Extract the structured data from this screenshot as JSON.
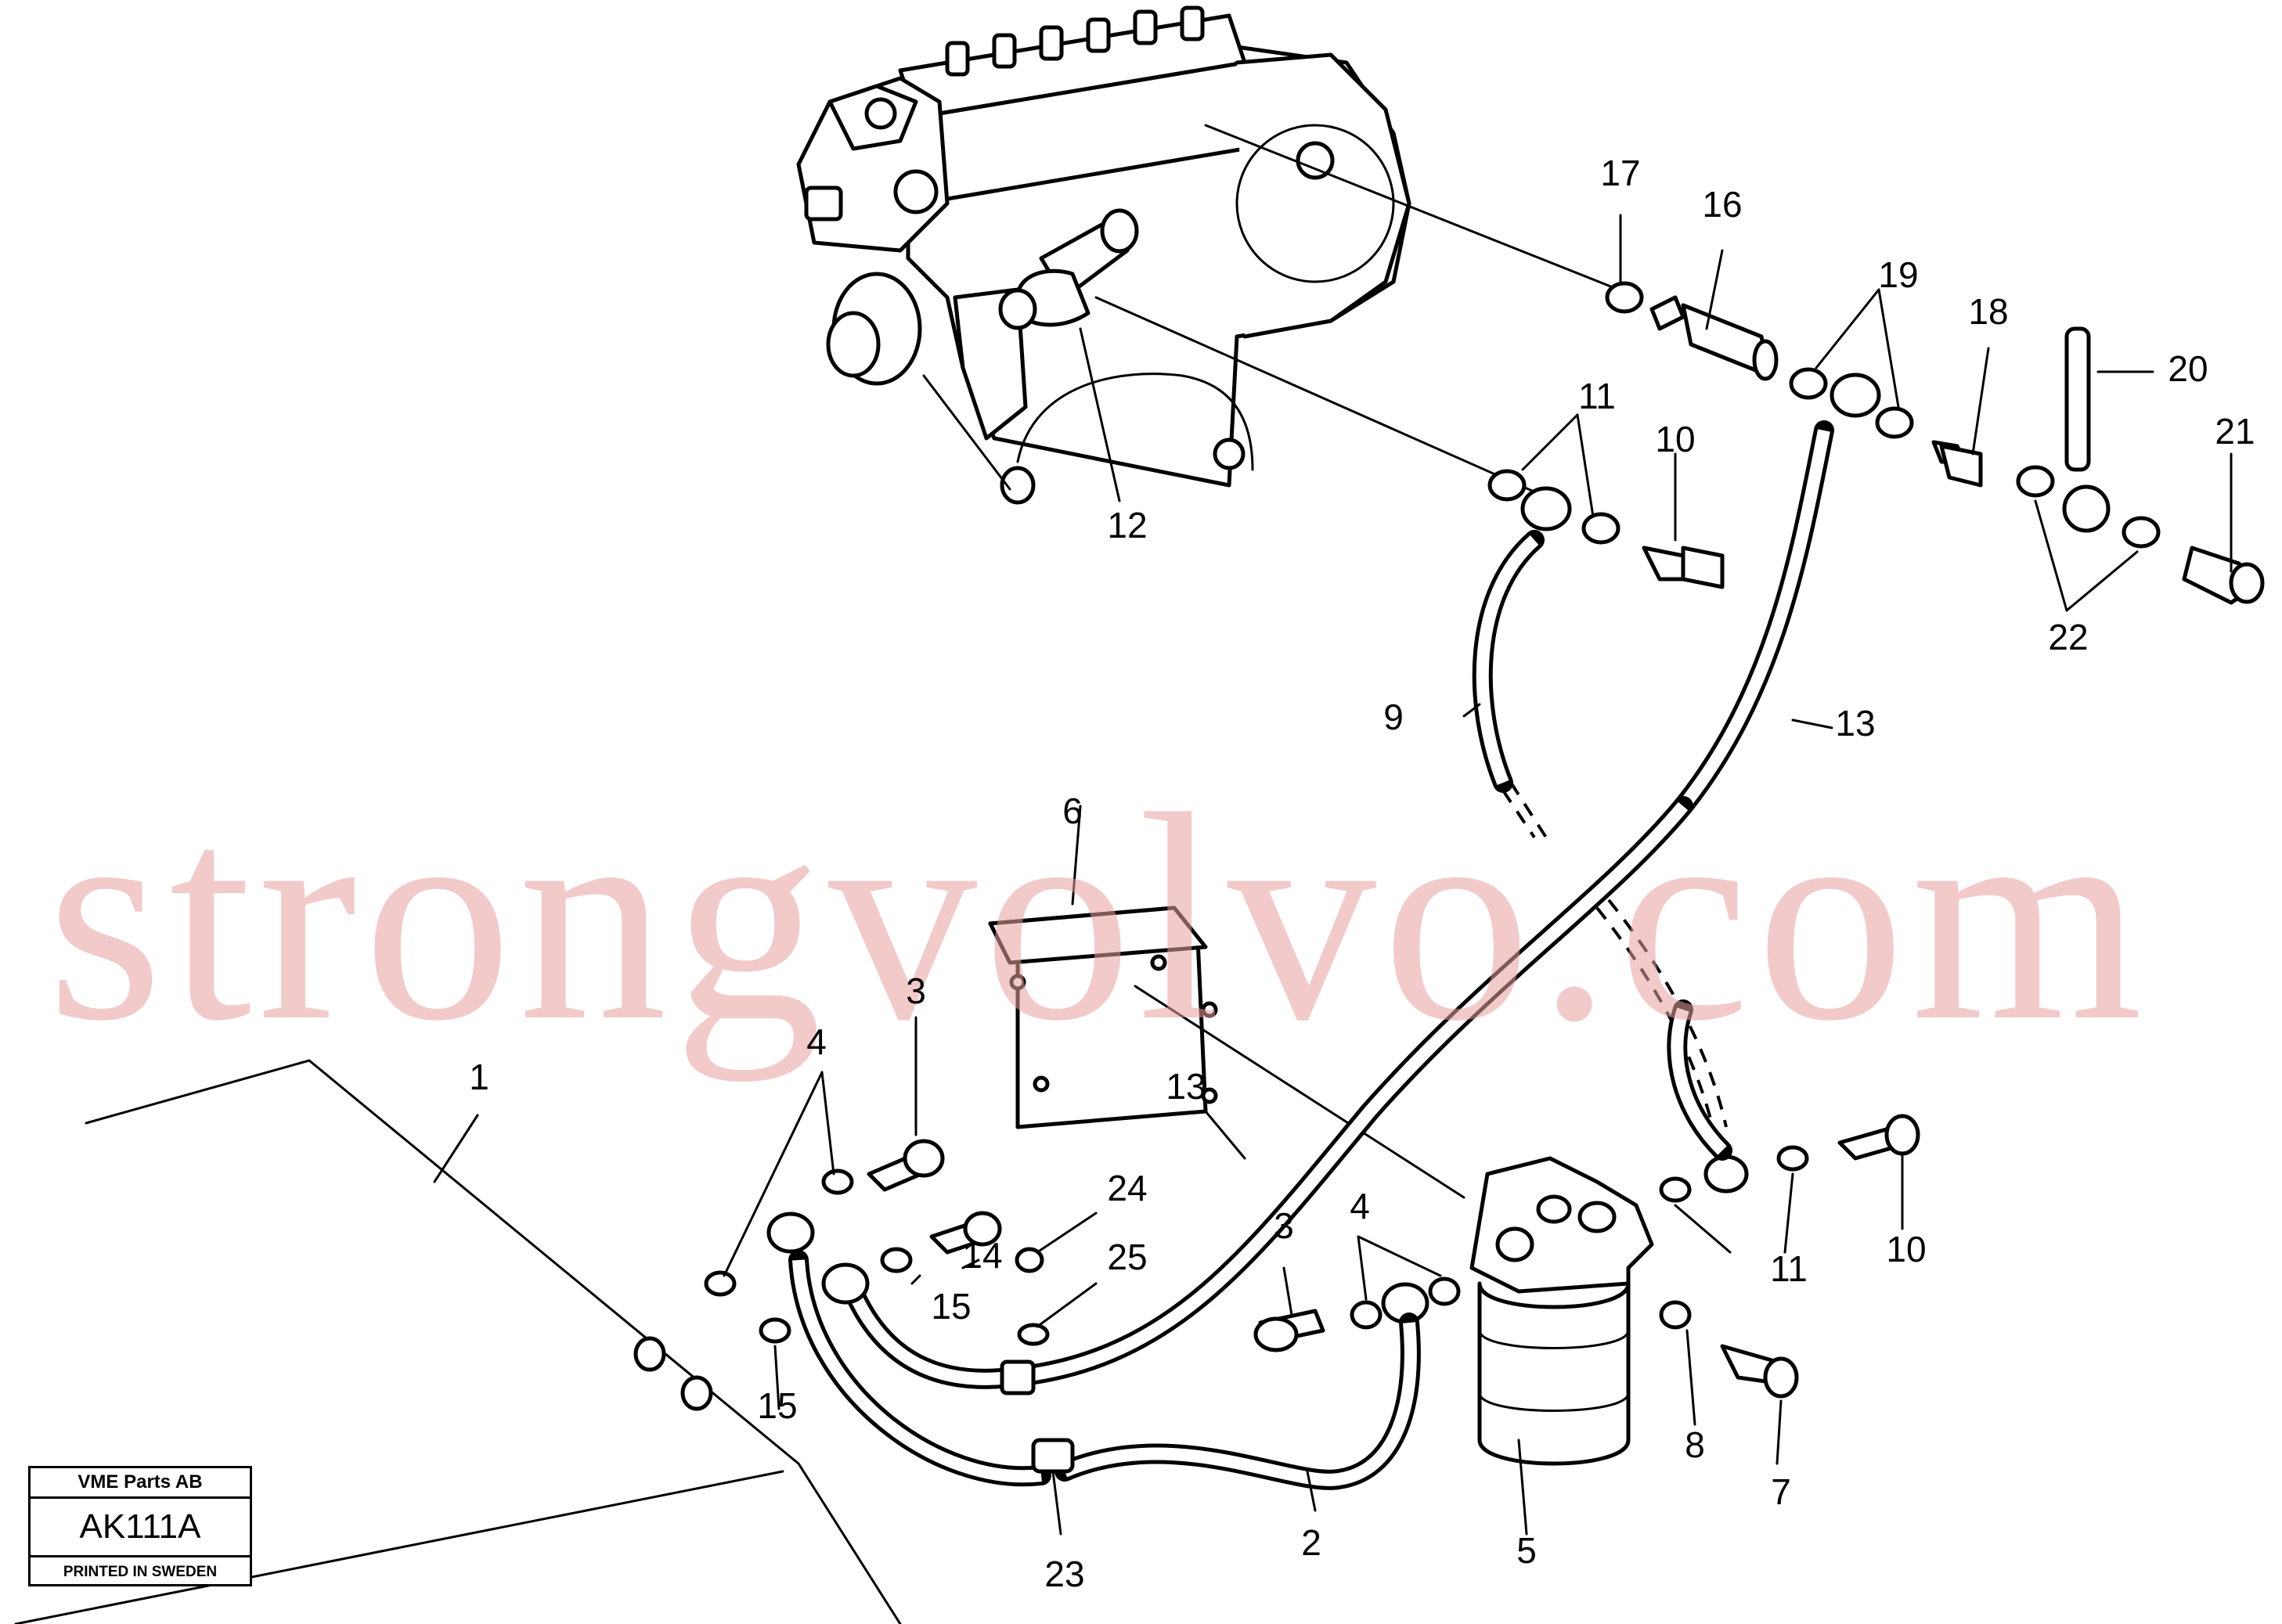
{
  "watermark": "strongvolvo.com",
  "stamp": {
    "company": "VME Parts AB",
    "code": "AK111A",
    "printed": "PRINTED IN SWEDEN"
  },
  "callouts": {
    "c1": "1",
    "c2": "2",
    "c3a": "3",
    "c3b": "3",
    "c4a": "4",
    "c4b": "4",
    "c5": "5",
    "c6": "6",
    "c7": "7",
    "c8": "8",
    "c9": "9",
    "c10a": "10",
    "c10b": "10",
    "c11a": "11",
    "c11b": "11",
    "c12": "12",
    "c13a": "13",
    "c13b": "13",
    "c14": "14",
    "c15a": "15",
    "c15b": "15",
    "c16": "16",
    "c17": "17",
    "c18": "18",
    "c19": "19",
    "c20": "20",
    "c21": "21",
    "c22": "22",
    "c23": "23",
    "c24": "24",
    "c25": "25"
  }
}
